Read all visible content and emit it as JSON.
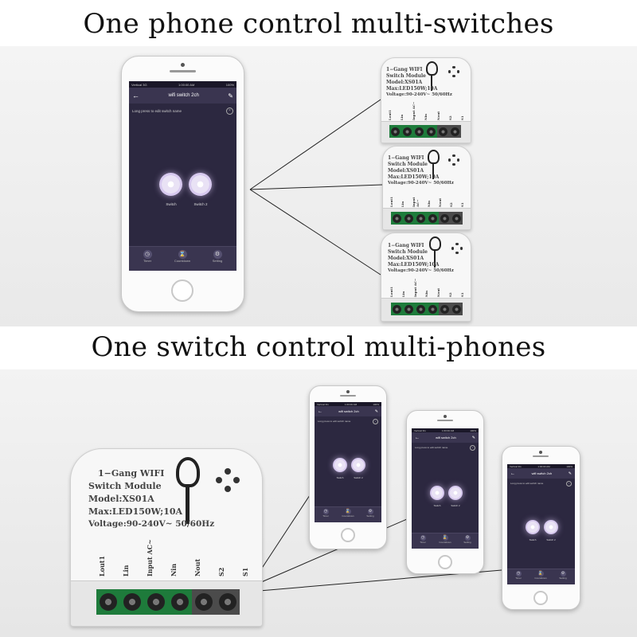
{
  "headings": {
    "top": "One phone control multi-switches",
    "bottom": "One switch control multi-phones"
  },
  "app": {
    "status_left": "Vertical 3G",
    "status_time": "1:00:00 AM",
    "status_right": "100%",
    "back_icon": "back-arrow-icon",
    "title": "wifi switch 2ch",
    "edit_icon": "pencil-icon",
    "rename_hint": "Long press to edit switch name",
    "close_icon": "close-circle-icon",
    "switch1_label": "Switch",
    "switch2_label": "Switch 2",
    "tabs": [
      {
        "label": "Timer",
        "icon": "clock-icon"
      },
      {
        "label": "Countdown",
        "icon": "hourglass-icon"
      },
      {
        "label": "Setting",
        "icon": "gear-icon"
      }
    ]
  },
  "module": {
    "line1": "1−Gang WIFI",
    "line2": "Switch Module",
    "line3": "Model:XS01A",
    "line4": "Max:LED150W;10A",
    "line5": "Voltage:90-240V~ 50/60Hz",
    "terminals": [
      "Lout1",
      "Lin",
      "Input AC~",
      "Nin",
      "Nout",
      "S2",
      "S1"
    ]
  },
  "colors": {
    "screen_bg": "#2c2840",
    "terminal_green": "#1e7b3b",
    "terminal_gray": "#4b4b4b"
  }
}
